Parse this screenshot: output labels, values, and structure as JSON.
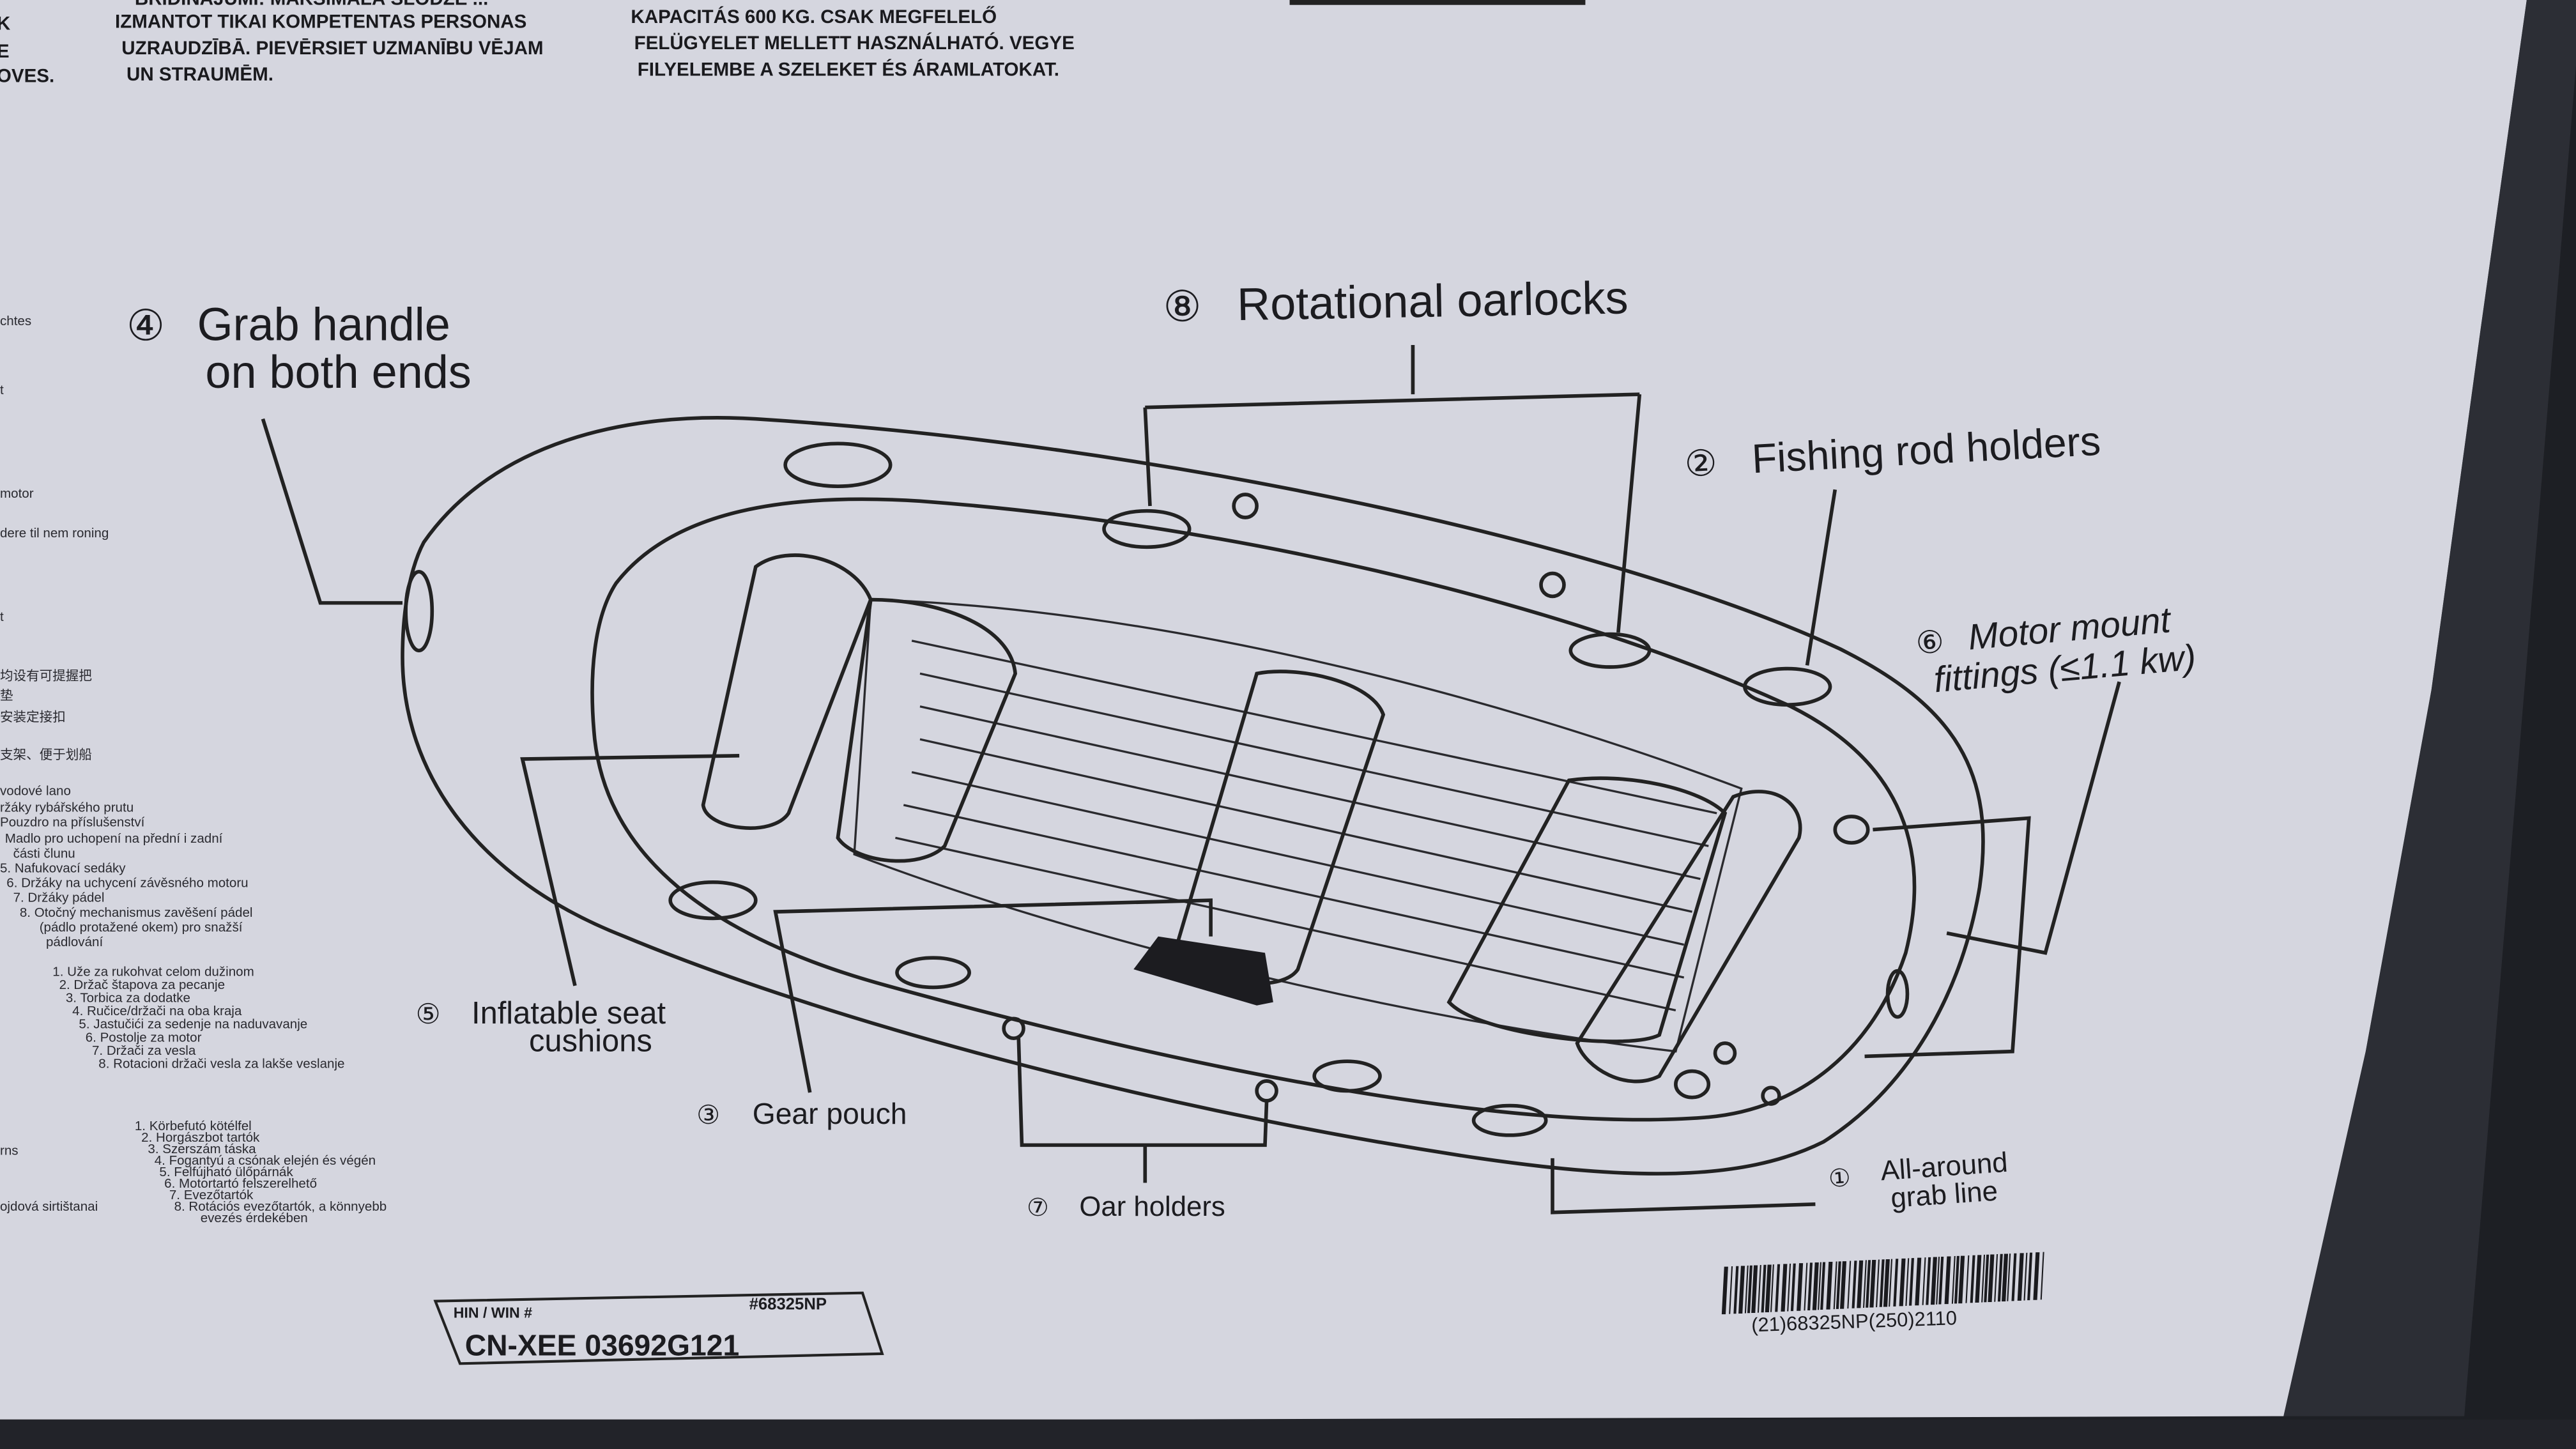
{
  "warnings": {
    "latvian": [
      "BRĪDINĀJUMI: MAKSIMĀLĀ SLODZE ...",
      "IZMANTOT TIKAI KOMPETENTAS PERSONAS",
      "UZRAUDZĪBĀ. PIEVĒRSIET UZMANĪBU VĒJAM",
      "UN STRAUMĒM."
    ],
    "hungarian": [
      "KAPACITÁS 600 KG. CSAK MEGFELELŐ",
      "FELÜGYELET MELLETT HASZNÁLHATÓ. VEGYE",
      "FILYELEMBE A SZELEKET ÉS ÁRAMLATOKAT."
    ],
    "left_edge": [
      "K",
      "E",
      "OVES."
    ]
  },
  "left_fragments": [
    "chtes",
    "t",
    "motor",
    "dere til nem roning",
    "t",
    "均设有可提握把",
    "垫",
    "安装定接扣",
    "支架、便于划船"
  ],
  "czech_list": [
    "vodové lano",
    "ržáky rybářského prutu",
    "Pouzdro na příslušenství",
    "Madlo pro uchopení na přední i zadní",
    "části člunu",
    "5. Nafukovací sedáky",
    "6. Držáky na uchycení závěsného motoru",
    "7. Držáky pádel",
    "8. Otočný mechanismus zavěšení pádel",
    "(pádlo protažené okem) pro snažší",
    "pádlování"
  ],
  "serbian_list": [
    "1. Uže za rukohvat celom dužinom",
    "2. Držač štapova za pecanje",
    "3. Torbica za dodatke",
    "4. Ručice/držači na oba kraja",
    "5. Jastučići za sedenje na naduvavanje",
    "6. Postolje za motor",
    "7. Držači za vesla",
    "8. Rotacioni držači vesla za lakše veslanje"
  ],
  "hungarian_list": [
    "1. Körbefutó kötélfel",
    "2. Horgászbot tartók",
    "3. Szerszám táska",
    "4. Fogantyú a csónak elején és végén",
    "5. Felfújható ülőpárnák",
    "6. Motortartó felszerelhető",
    "7. Evezőtartók",
    "8. Rotációs evezőtartók, a könnyebb",
    "evezés érdekében"
  ],
  "left_misc": [
    "rns",
    "ojdová sirtištanai"
  ],
  "callouts": {
    "grab_handle": {
      "num": "④",
      "line1": "Grab handle",
      "line2": "on both ends"
    },
    "oarlocks": {
      "num": "⑧",
      "text": "Rotational oarlocks"
    },
    "rod_holders": {
      "num": "②",
      "text": "Fishing rod holders"
    },
    "motor_mount": {
      "num": "⑥",
      "line1": "Motor mount",
      "line2": "fittings (≤1.1 kw)"
    },
    "seat_cushions": {
      "num": "⑤",
      "line1": "Inflatable seat",
      "line2": "cushions"
    },
    "gear_pouch": {
      "num": "③",
      "text": "Gear pouch"
    },
    "oar_holders": {
      "num": "⑦",
      "text": "Oar holders"
    },
    "grab_line": {
      "num": "①",
      "line1": "All-around",
      "line2": "grab line"
    }
  },
  "hin_box": {
    "label": "HIN / WIN #",
    "model": "#68325NP",
    "value": "CN-XEE 03692G121"
  },
  "barcode": {
    "text": "(21)68325NP(250)2110"
  },
  "colors": {
    "box": "#d5d6df",
    "ink": "#1c1c20",
    "shadow": "#1d1f24"
  }
}
